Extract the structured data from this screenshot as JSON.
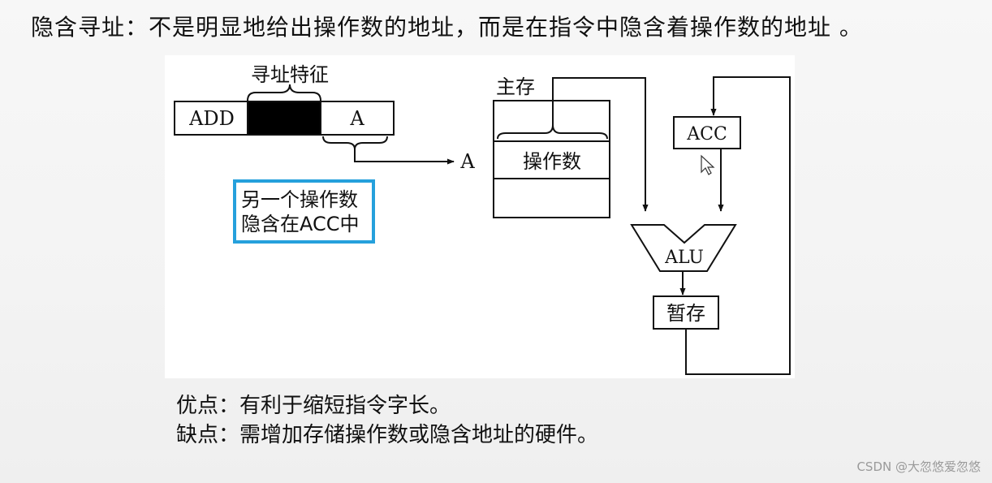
{
  "heading": "隐含寻址：不是明显地给出操作数的地址，而是在指令中隐含着操作数的地址 。",
  "diagram": {
    "feature_label": "寻址特征",
    "instr_op": "ADD",
    "instr_addr": "A",
    "address_target": "A",
    "memory_label": "主存",
    "operand_label": "操作数",
    "acc_label": "ACC",
    "alu_label": "ALU",
    "temp_label": "暂存",
    "note_line1": "另一个操作数",
    "note_line2": "隐含在ACC中",
    "colors": {
      "note_border": "#25a0dc"
    }
  },
  "advantages": "优点：有利于缩短指令字长。",
  "disadvantages": "缺点：需增加存储操作数或隐含地址的硬件。",
  "watermark": "CSDN @大忽悠爱忽悠"
}
